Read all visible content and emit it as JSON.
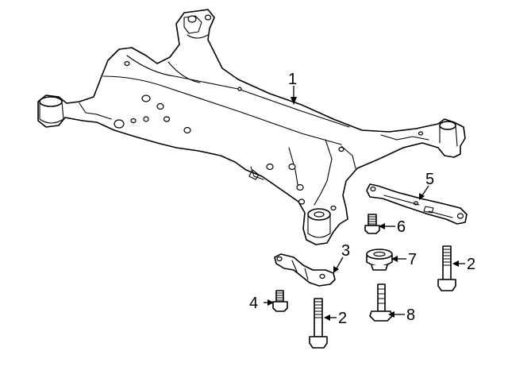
{
  "callouts": {
    "c1": "1",
    "c2a": "2",
    "c2b": "2",
    "c3": "3",
    "c4": "4",
    "c5": "5",
    "c6": "6",
    "c7": "7",
    "c8": "8"
  },
  "colors": {
    "line": "#000000",
    "background": "#ffffff"
  }
}
